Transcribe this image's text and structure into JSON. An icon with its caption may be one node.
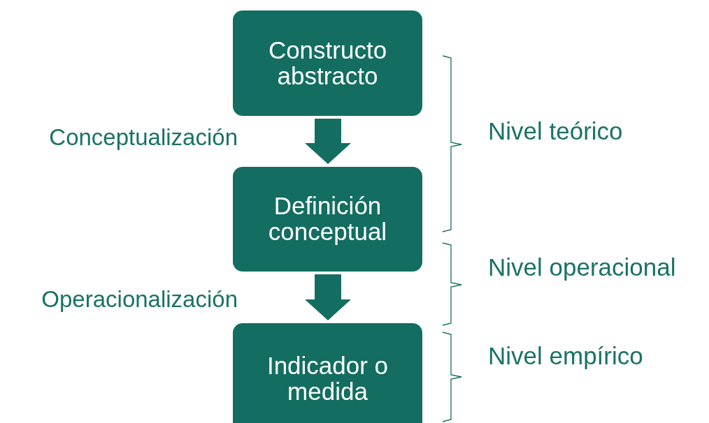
{
  "diagram": {
    "nodes": [
      {
        "text": [
          "Constructo abstracto"
        ]
      },
      {
        "text": [
          "Definición conceptual"
        ]
      },
      {
        "text": [
          "Indicador o medida"
        ]
      }
    ],
    "edges": [
      {
        "from": 0,
        "to": 1,
        "arrow": "to",
        "style": "thick",
        "label": "Conceptualización"
      },
      {
        "from": 1,
        "to": 2,
        "arrow": "to",
        "style": "thick",
        "label": "Operacionalización"
      }
    ],
    "labels": [
      "Nivel teórico",
      "Nivel operacional",
      "Nivel empírico"
    ]
  }
}
